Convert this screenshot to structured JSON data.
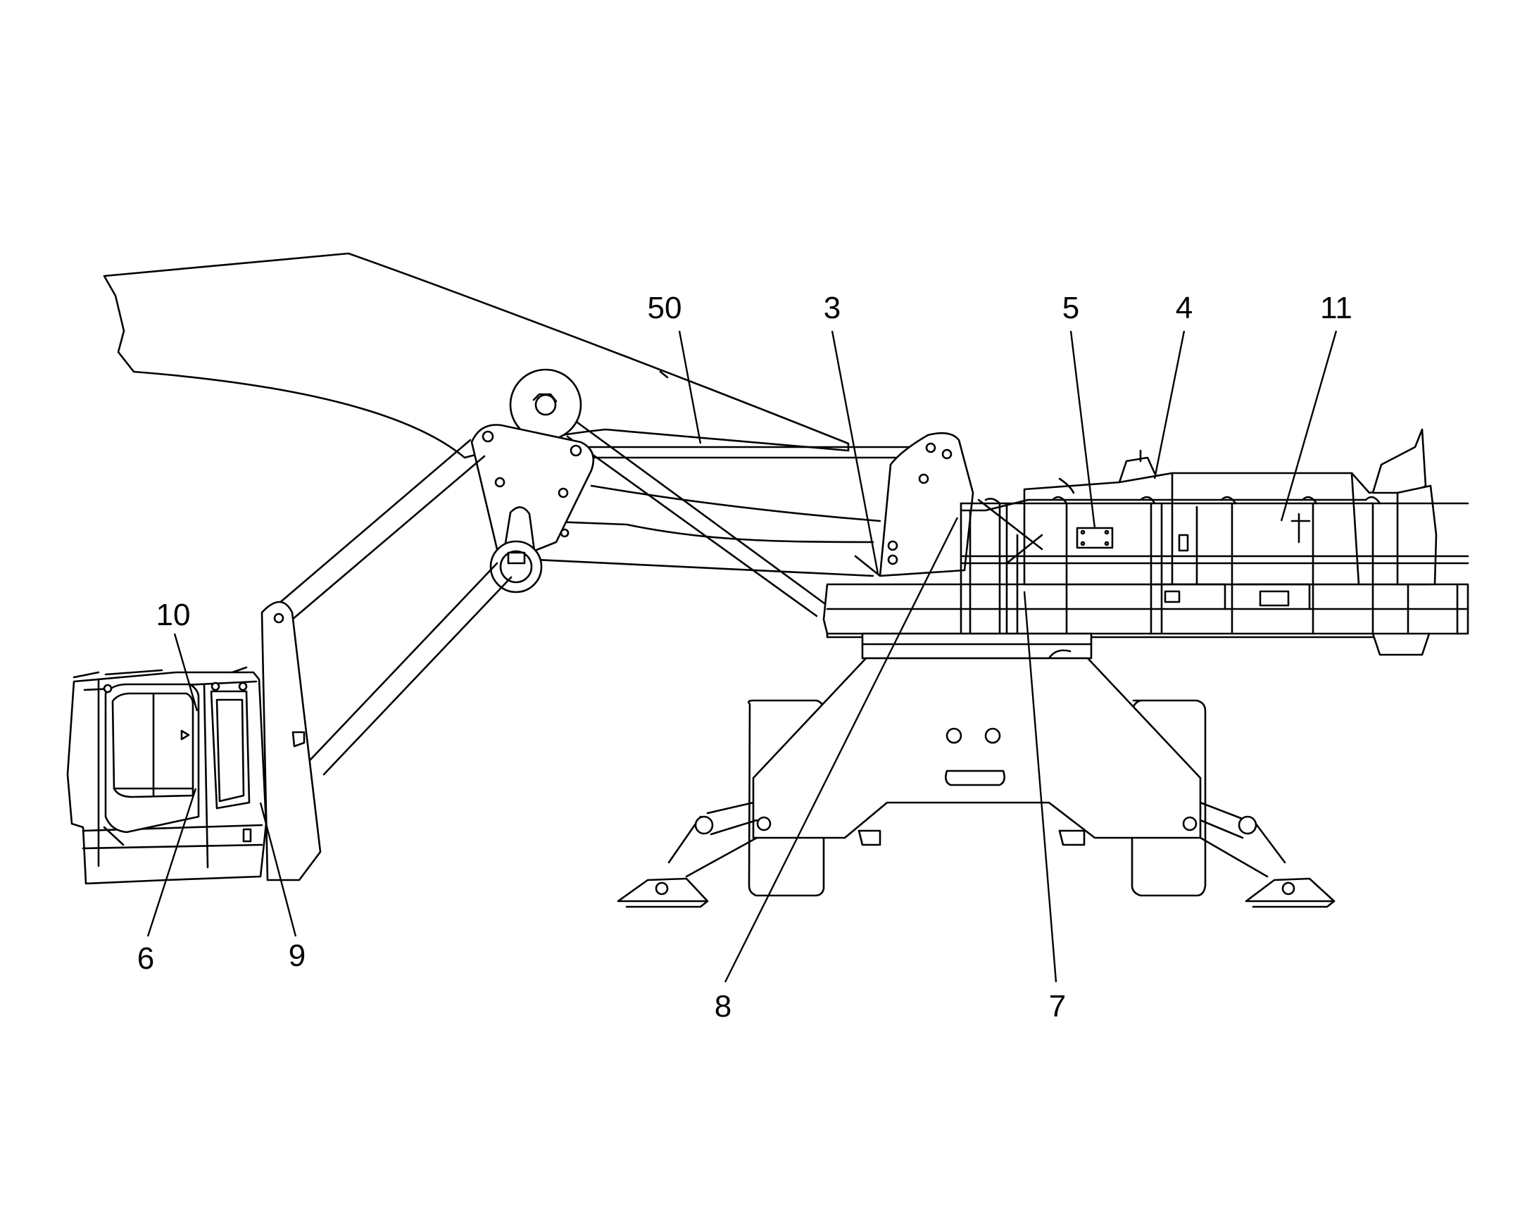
{
  "callouts": [
    {
      "id": "50",
      "label": "50"
    },
    {
      "id": "3",
      "label": "3"
    },
    {
      "id": "5",
      "label": "5"
    },
    {
      "id": "4",
      "label": "4"
    },
    {
      "id": "11",
      "label": "11"
    },
    {
      "id": "10",
      "label": "10"
    },
    {
      "id": "6",
      "label": "6"
    },
    {
      "id": "9",
      "label": "9"
    },
    {
      "id": "8",
      "label": "8"
    },
    {
      "id": "7",
      "label": "7"
    }
  ],
  "colors": {
    "line": "#000000",
    "background": "#ffffff"
  }
}
